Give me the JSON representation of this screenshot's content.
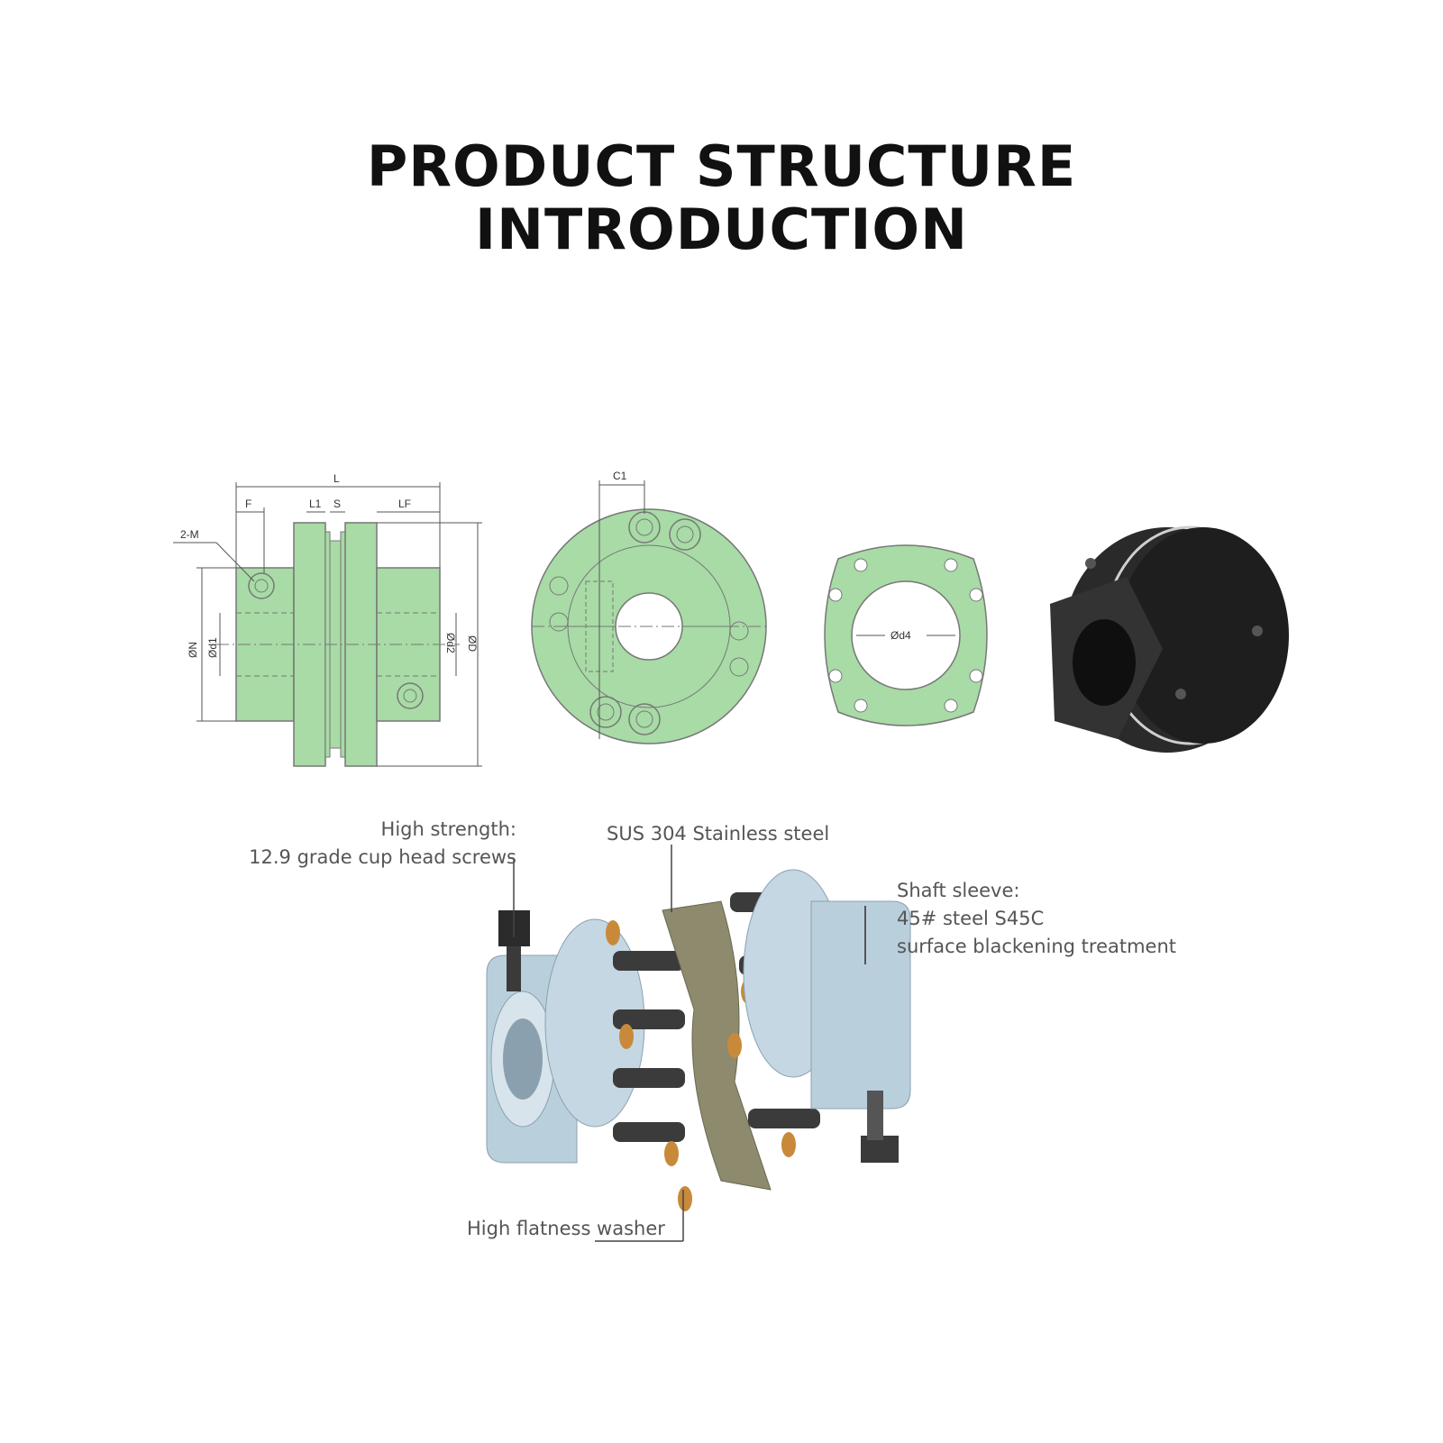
{
  "title": {
    "line1": "PRODUCT STRUCTURE",
    "line2": "INTRODUCTION"
  },
  "dimensions": {
    "L": "L",
    "F": "F",
    "L1": "L1",
    "S": "S",
    "LF": "LF",
    "M": "2-M",
    "N": "ØN",
    "d1": "Ød1",
    "d2": "Ød2",
    "D": "ØD",
    "C1": "C1",
    "d4": "Ød4"
  },
  "callouts": {
    "screws_line1": "High strength:",
    "screws_line2": "12.9 grade cup head screws",
    "steel": "SUS 304 Stainless steel",
    "sleeve_line1": "Shaft sleeve:",
    "sleeve_line2": "45# steel S45C",
    "sleeve_line3": "surface blackening treatment",
    "washer": "High flatness washer"
  },
  "colors": {
    "drawing_fill": "#a8dba6",
    "outline": "#777777",
    "metal": "#b9cfdc",
    "washer": "#c88a3a",
    "black_part": "#1e1e1e"
  }
}
